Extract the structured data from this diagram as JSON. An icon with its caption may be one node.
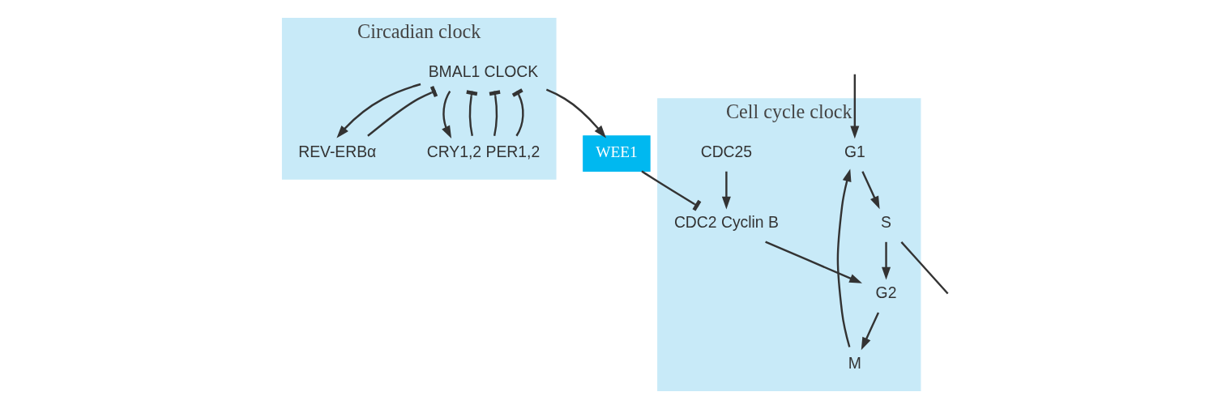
{
  "diagram": {
    "nodes": [
      {
        "text": [
          "Cell cycle clock"
        ]
      },
      {
        "text": [
          "G1"
        ],
        "in": 0
      },
      {
        "text": [
          "M"
        ],
        "in": 0
      },
      {
        "text": [
          "CDC25"
        ],
        "in": 0
      },
      {
        "text": [
          "CDC2 Cyclin B"
        ],
        "in": 0
      },
      {
        "text": [
          "S"
        ],
        "in": 0
      },
      {
        "text": [
          "G2"
        ],
        "in": 0
      },
      {
        "text": [
          "WEE1"
        ]
      },
      {
        "text": [
          "Circadian clock"
        ]
      },
      {
        "text": [
          "BMAL1 CLOCK"
        ],
        "in": 8
      },
      {
        "text": [
          "REV-ERBα"
        ],
        "in": 8
      },
      {
        "text": [
          "CRY1,2 PER1,2"
        ],
        "in": 8
      }
    ],
    "edges": [
      {
        "from": null,
        "to": 1,
        "arrow": "to"
      },
      {
        "from": 2,
        "to": 1,
        "arrow": "to"
      },
      {
        "from": 3,
        "to": 4,
        "arrow": "to"
      },
      {
        "from": 1,
        "to": 5,
        "arrow": "to"
      },
      {
        "from": 6,
        "to": 2,
        "arrow": "to"
      },
      {
        "from": 4,
        "to": 6,
        "arrow": "to"
      },
      {
        "from": 5,
        "to": 6,
        "arrow": "to"
      },
      {
        "from": 5,
        "to": null,
        "arrow": "none"
      },
      {
        "from": 7,
        "to": 4,
        "arrow": "other"
      },
      {
        "from": 10,
        "to": 9,
        "arrow": "other"
      },
      {
        "from": 9,
        "to": 7,
        "arrow": "to"
      },
      {
        "from": 9,
        "to": 11,
        "arrow": "to"
      },
      {
        "from": 9,
        "to": 10,
        "arrow": "to"
      },
      {
        "from": 11,
        "to": 9,
        "arrow": "other"
      },
      {
        "from": 11,
        "to": 9,
        "arrow": "other"
      },
      {
        "from": 11,
        "to": 9,
        "arrow": "other"
      }
    ]
  }
}
